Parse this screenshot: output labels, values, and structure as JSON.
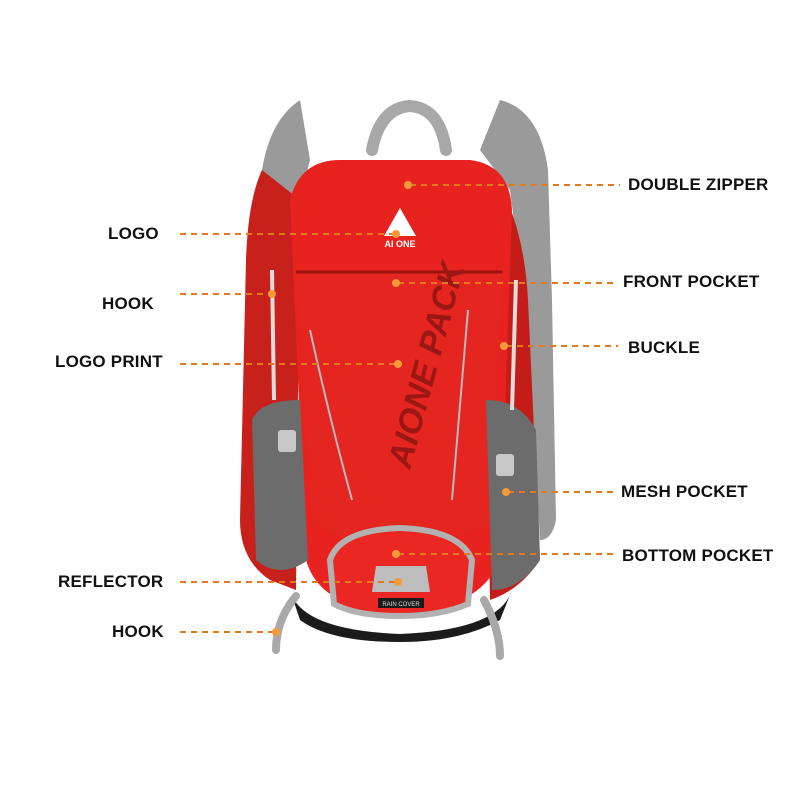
{
  "product": {
    "brand_logo": "AI ONE",
    "front_print": "AIONE PACK",
    "bottom_tag": "RAIN COVER"
  },
  "colors": {
    "body": "#e8221f",
    "body_dark": "#b5140f",
    "gray": "#9a9a9a",
    "gray_dark": "#5b5b5b",
    "mesh": "#6c6c6c",
    "black": "#1b1b1b",
    "leader": "#e07a1c",
    "dot": "#f59a3a"
  },
  "callouts": {
    "logo": "LOGO",
    "hook_top": "HOOK",
    "logo_print": "LOGO PRINT",
    "reflector": "REFLECTOR",
    "hook_bottom": "HOOK",
    "double_zipper": "DOUBLE ZIPPER",
    "front_pocket": "FRONT POCKET",
    "buckle": "BUCKLE",
    "mesh_pocket": "MESH POCKET",
    "bottom_pocket": "BOTTOM POCKET"
  }
}
